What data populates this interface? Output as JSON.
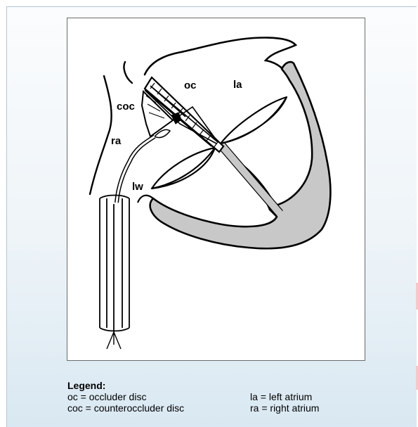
{
  "figure": {
    "labels": {
      "oc": "oc",
      "la": "la",
      "coc": "coc",
      "ra": "ra",
      "lw": "lw"
    }
  },
  "legend": {
    "title": "Legend:",
    "entries": [
      {
        "left": "oc = occluder disc",
        "right": "la = left atrium"
      },
      {
        "left": "coc = counteroccluder disc",
        "right": "ra = right atrium"
      }
    ]
  },
  "colors": {
    "panel_top": "#fbfcfd",
    "panel_bottom": "#d9e8f2",
    "wall_fill": "#c8c8c8",
    "line": "#000000"
  }
}
